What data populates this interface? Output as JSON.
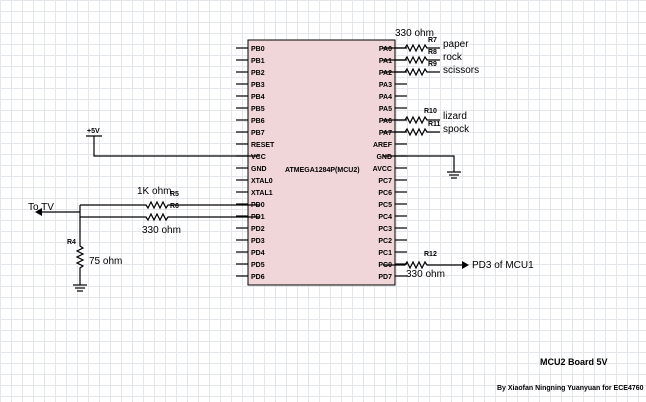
{
  "chip": {
    "name": "ATMEGA1284P(MCU2)",
    "left_pins": [
      "PB0",
      "PB1",
      "PB2",
      "PB3",
      "PB4",
      "PB5",
      "PB6",
      "PB7",
      "RESET",
      "VCC",
      "GND",
      "XTAL0",
      "XTAL1",
      "PD0",
      "PD1",
      "PD2",
      "PD3",
      "PD4",
      "PD5",
      "PD6"
    ],
    "right_pins": [
      "PA0",
      "PA1",
      "PA2",
      "PA3",
      "PA4",
      "PA5",
      "PA6",
      "PA7",
      "AREF",
      "GND",
      "AVCC",
      "PC7",
      "PC6",
      "PC5",
      "PC4",
      "PC3",
      "PC2",
      "PC1",
      "PC0",
      "PD7"
    ]
  },
  "resistors": {
    "r7": "R7",
    "r8": "R8",
    "r9": "R9",
    "r10": "R10",
    "r11": "R11",
    "r12": "R12",
    "r4": "R4",
    "r5": "R5",
    "r6": "R6"
  },
  "labels": {
    "r7_value": "330 ohm",
    "paper": "paper",
    "rock": "rock",
    "scissors": "scissors",
    "lizard": "lizard",
    "spock": "spock",
    "supply": "+5V",
    "to_tv": "To TV",
    "r5_value": "1K ohm",
    "r6_value": "330 ohm",
    "r4_value": "75 ohm",
    "r12_value": "330 ohm",
    "pd3_mcu1": "PD3 of MCU1",
    "board_title": "MCU2 Board 5V",
    "credit": "By Xiaofan Ningning Yuanyuan for ECE4760"
  }
}
